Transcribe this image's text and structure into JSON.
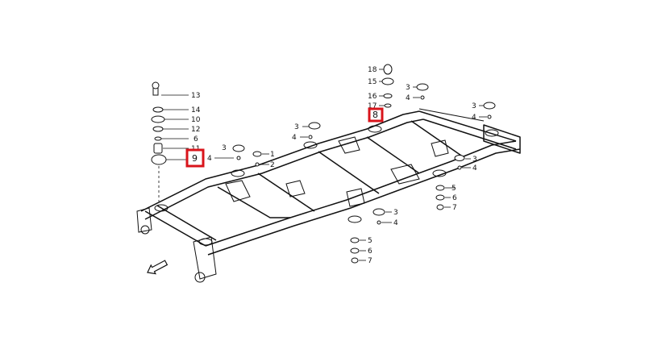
{
  "callouts": [
    {
      "id": "c13",
      "text": "13"
    },
    {
      "id": "c14",
      "text": "14"
    },
    {
      "id": "c10",
      "text": "10"
    },
    {
      "id": "c12",
      "text": "12"
    },
    {
      "id": "c6a",
      "text": "6"
    },
    {
      "id": "c11",
      "text": "11"
    },
    {
      "id": "c1",
      "text": "1"
    },
    {
      "id": "c2",
      "text": "2"
    },
    {
      "id": "c3a",
      "text": "3"
    },
    {
      "id": "c4a",
      "text": "4"
    },
    {
      "id": "c3b",
      "text": "3"
    },
    {
      "id": "c4b",
      "text": "4"
    },
    {
      "id": "c18",
      "text": "18"
    },
    {
      "id": "c15",
      "text": "15"
    },
    {
      "id": "c16",
      "text": "16"
    },
    {
      "id": "c17",
      "text": "17"
    },
    {
      "id": "c3c",
      "text": "3"
    },
    {
      "id": "c4c",
      "text": "4"
    },
    {
      "id": "c3d",
      "text": "3"
    },
    {
      "id": "c4d",
      "text": "4"
    },
    {
      "id": "c3e",
      "text": "3"
    },
    {
      "id": "c4e",
      "text": "4"
    },
    {
      "id": "c5a",
      "text": "5"
    },
    {
      "id": "c6b",
      "text": "6"
    },
    {
      "id": "c7a",
      "text": "7"
    },
    {
      "id": "c3f",
      "text": "3"
    },
    {
      "id": "c4f",
      "text": "4"
    },
    {
      "id": "c5b",
      "text": "5"
    },
    {
      "id": "c6c",
      "text": "6"
    },
    {
      "id": "c7b",
      "text": "7"
    }
  ],
  "highlights": [
    {
      "id": "h9",
      "text": "9"
    },
    {
      "id": "h8",
      "text": "8"
    }
  ],
  "direction_arrow": {
    "icon": "front-arrow-icon"
  },
  "colors": {
    "highlight": "#d9141b",
    "line": "#111111"
  }
}
